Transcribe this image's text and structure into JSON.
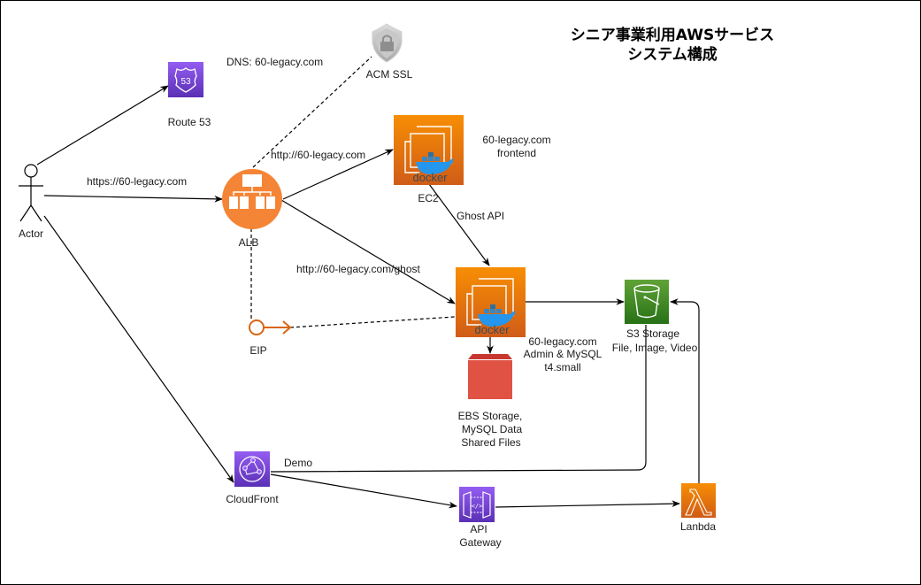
{
  "title": {
    "line1": "シニア事業利用AWSサービス",
    "line2": "システム構成"
  },
  "nodes": {
    "actor": {
      "label": "Actor",
      "icon": "stick-figure-icon"
    },
    "route53": {
      "label": "Route 53",
      "badge": "53",
      "icon": "route53-shield-icon",
      "color": "#7b3fe4"
    },
    "acm": {
      "label": "ACM SSL",
      "icon": "shield-lock-icon",
      "color": "#bdbdbd"
    },
    "alb": {
      "label": "ALB",
      "icon": "load-balancer-icon",
      "color": "#f58536"
    },
    "ec2_frontend": {
      "label": "EC2",
      "docker_text": "docker",
      "icon": "ec2-docker-icon",
      "color": "#e8700f"
    },
    "ec2_admin": {
      "docker_text": "docker",
      "icon": "ec2-docker-icon",
      "color": "#e8700f"
    },
    "s3": {
      "label_line1": "S3 Storage",
      "label_line2": "File, Image, Video",
      "icon": "s3-bucket-icon",
      "color": "#3f8624"
    },
    "ebs": {
      "label_line1": "EBS Storage,",
      "label_line2": "MySQL Data",
      "label_line3": "Shared Files",
      "icon": "ebs-volume-icon",
      "color": "#e05243"
    },
    "eip": {
      "label": "EIP",
      "icon": "elastic-ip-icon",
      "color": "#d86613"
    },
    "cloudfront": {
      "label": "CloudFront",
      "icon": "cloudfront-icon",
      "color": "#8c4fff"
    },
    "apigw": {
      "label_line1": "API",
      "label_line2": "Gateway",
      "icon": "api-gateway-icon",
      "color": "#8c4fff"
    },
    "lambda": {
      "label": "Lanbda",
      "icon": "lambda-icon",
      "color": "#e8700f"
    }
  },
  "annotations": {
    "dns": "DNS: 60-legacy.com",
    "frontend_line1": "60-legacy.com",
    "frontend_line2": "frontend",
    "admin_line1": "60-legacy.com",
    "admin_line2": "Admin & MySQL",
    "admin_line3": "t4.small"
  },
  "edges": {
    "actor_alb": "https://60-legacy.com",
    "alb_ec2": "http://60-legacy.com",
    "alb_ghost": "http://60-legacy.com/ghost",
    "ec2_ghost_api": "Ghost API",
    "cloudfront_s3": "Demo"
  }
}
